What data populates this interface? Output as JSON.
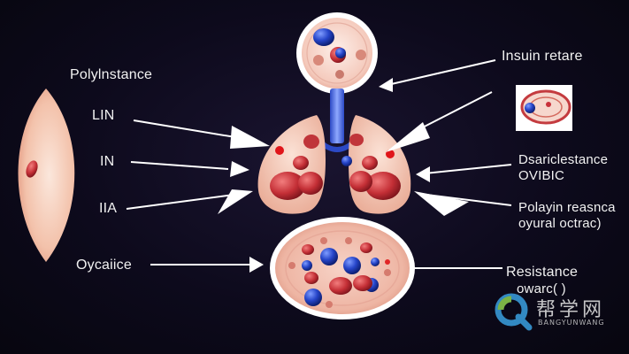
{
  "labels": {
    "left_top": "Polylnstance",
    "lin": "LIN",
    "in": "IN",
    "iia": "IIA",
    "oxyc": "Oycaiice",
    "insulin": "Insuin retare",
    "dsaric_1": "Dsariclestance",
    "dsaric_2": "OVIBIC",
    "polyin_1": "Polayin reasnca",
    "polyin_2": "oyural octrac)",
    "resist_1": "Resistance",
    "resist_2": "owarc( )"
  },
  "watermark": {
    "cn": "帮学网",
    "en": "BANGYUNWANG"
  },
  "colors": {
    "background": "#0d0a1c",
    "organ_pink": "#f2c4b4",
    "cell_red": "#c0353a",
    "cell_blue": "#1f3fb8",
    "arrow": "#ffffff"
  }
}
